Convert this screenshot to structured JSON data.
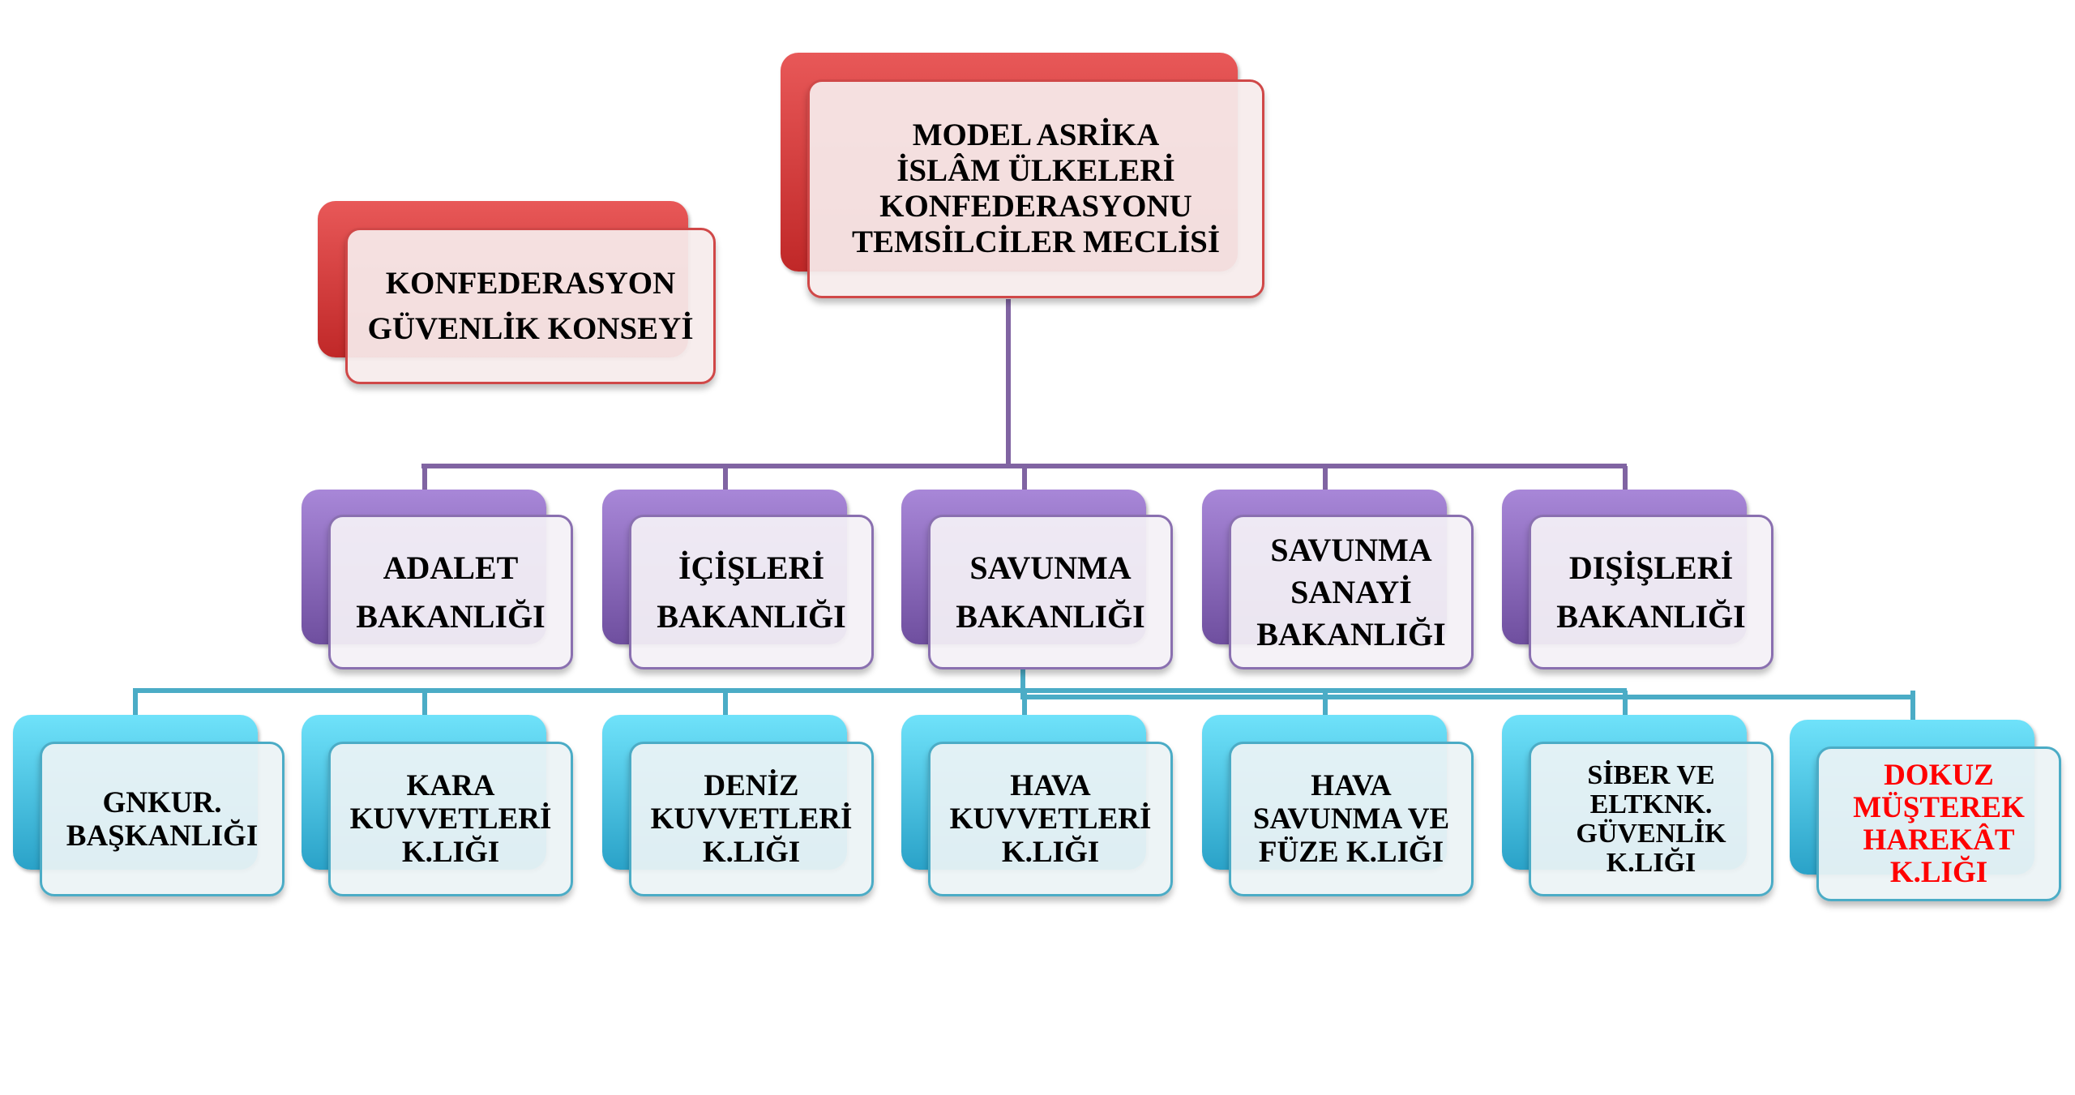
{
  "colors": {
    "council": "#d04848",
    "ministry": "#8064a2",
    "command": "#4bacc6",
    "highlight_text": "#ff0000"
  },
  "top": {
    "label": "MODEL ASRİKA\nİSLÂM ÜLKELERİ\nKONFEDERASYONU\nTEMSİLCİLER MECLİSİ"
  },
  "security_council": {
    "label": "KONFEDERASYON\nGÜVENLİK KONSEYİ"
  },
  "ministries": [
    {
      "label": "ADALET\nBAKANLIĞI"
    },
    {
      "label": "İÇİŞLERİ\nBAKANLIĞI"
    },
    {
      "label": "SAVUNMA\nBAKANLIĞI"
    },
    {
      "label": "SAVUNMA\nSANAYİ\nBAKANLIĞI"
    },
    {
      "label": "DIŞİŞLERİ\nBAKANLIĞI"
    }
  ],
  "commands": [
    {
      "label": "GNKUR.\nBAŞKANLIĞI"
    },
    {
      "label": "KARA\nKUVVETLERİ\nK.LIĞI"
    },
    {
      "label": "DENİZ\nKUVVETLERİ\nK.LIĞI"
    },
    {
      "label": "HAVA\nKUVVETLERİ\nK.LIĞI"
    },
    {
      "label": "HAVA\nSAVUNMA VE\nFÜZE K.LIĞI"
    },
    {
      "label": "SİBER VE\nELTKNK.\nGÜVENLİK\nK.LIĞI"
    },
    {
      "label": "DOKUZ\nMÜŞTEREK\nHAREKÂT\nK.LIĞI",
      "highlight": true
    }
  ]
}
